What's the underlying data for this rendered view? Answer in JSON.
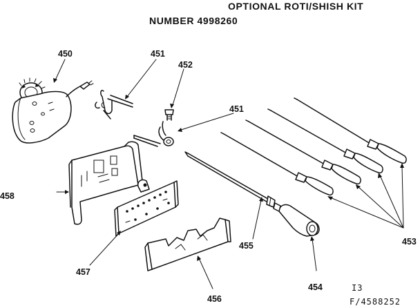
{
  "title": {
    "line1": "OPTIONAL ROTI/SHISH KIT",
    "line2": "NUMBER 4998260"
  },
  "parts": [
    {
      "id": "motor",
      "number": "450"
    },
    {
      "id": "clip-upper",
      "number": "451"
    },
    {
      "id": "bolt",
      "number": "452"
    },
    {
      "id": "clip-lower",
      "number": "451"
    },
    {
      "id": "skewers",
      "number": "453"
    },
    {
      "id": "handle",
      "number": "454"
    },
    {
      "id": "spit-rod",
      "number": "455"
    },
    {
      "id": "front-bracket",
      "number": "456"
    },
    {
      "id": "side-bracket",
      "number": "457"
    },
    {
      "id": "mounting-plate",
      "number": "458"
    }
  ],
  "footer": {
    "code1": "I3",
    "code2": "F/4588252"
  }
}
